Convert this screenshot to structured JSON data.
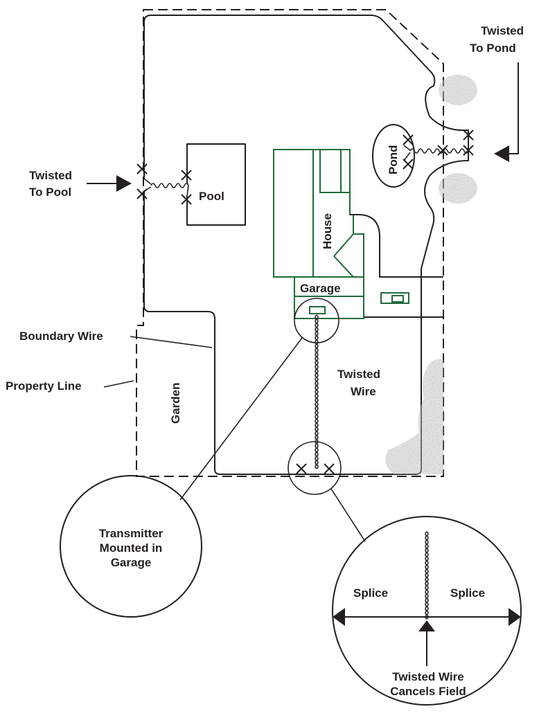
{
  "labels": {
    "twisted_to_pond_1": "Twisted",
    "twisted_to_pond_2": "To Pond",
    "twisted_to_pool_1": "Twisted",
    "twisted_to_pool_2": "To Pool",
    "pool": "Pool",
    "pond": "Pond",
    "house": "House",
    "garage": "Garage",
    "boundary_wire": "Boundary Wire",
    "property_line": "Property Line",
    "garden": "Garden",
    "twisted_wire_1": "Twisted",
    "twisted_wire_2": "Wire",
    "transmitter_1": "Transmitter",
    "transmitter_2": "Mounted in",
    "transmitter_3": "Garage",
    "splice_left": "Splice",
    "splice_right": "Splice",
    "cancels_1": "Twisted Wire",
    "cancels_2": "Cancels Field"
  },
  "colors": {
    "line": "#231f20",
    "building": "#1f6b3a",
    "shrub": "#6b6b6b"
  }
}
